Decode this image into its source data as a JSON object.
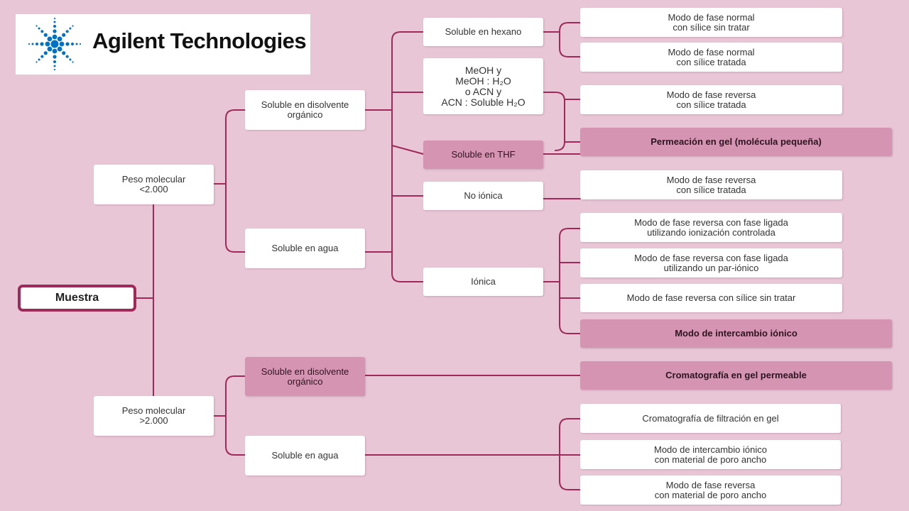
{
  "logo": {
    "brand": "Agilent Technologies",
    "icon": "agilent-spark-icon",
    "color": "#0071c5"
  },
  "colors": {
    "background": "#e8c6d6",
    "line": "#9e2a5a",
    "highlight": "#d595b2"
  },
  "root": "Muestra",
  "level1": {
    "low_mw": [
      "Peso molecular",
      "<2.000"
    ],
    "high_mw": [
      "Peso molecular",
      ">2.000"
    ]
  },
  "level2": {
    "low_organic": [
      "Soluble en disolvente",
      "orgánico"
    ],
    "low_water": "Soluble en agua",
    "high_organic": [
      "Soluble en disolvente",
      "orgánico"
    ],
    "high_water": "Soluble en agua"
  },
  "level3": {
    "hexane": "Soluble en hexano",
    "meoh": [
      "MeOH y",
      "MeOH : H₂O",
      "o ACN y",
      "ACN : Soluble H₂O"
    ],
    "thf": "Soluble en THF",
    "nonionic": "No iónica",
    "ionic": "Iónica"
  },
  "leaves": {
    "normal_untreated": [
      "Modo de fase normal",
      "con sílice sin tratar"
    ],
    "normal_treated": [
      "Modo de fase normal",
      "con sílice tratada"
    ],
    "reverse_treated_1": [
      "Modo de fase reversa",
      "con sílice tratada"
    ],
    "gel_small": "Permeación en gel (molécula pequeña)",
    "reverse_treated_2": [
      "Modo de fase reversa",
      "con sílice tratada"
    ],
    "reverse_bonded_ion": [
      "Modo de fase reversa con fase ligada",
      "utilizando ionización controlada"
    ],
    "reverse_bonded_pair": [
      "Modo de fase reversa con fase ligada",
      "utilizando un par-iónico"
    ],
    "reverse_untreated": "Modo de fase reversa con sílice sin tratar",
    "ion_exchange": "Modo de intercambio iónico",
    "gel_permeable": "Cromatografía en gel permeable",
    "gel_filtration": "Cromatografía de filtración en gel",
    "ion_exchange_wide": [
      "Modo de intercambio iónico",
      "con material de poro ancho"
    ],
    "reverse_wide": [
      "Modo de fase reversa",
      "con material de poro ancho"
    ]
  }
}
